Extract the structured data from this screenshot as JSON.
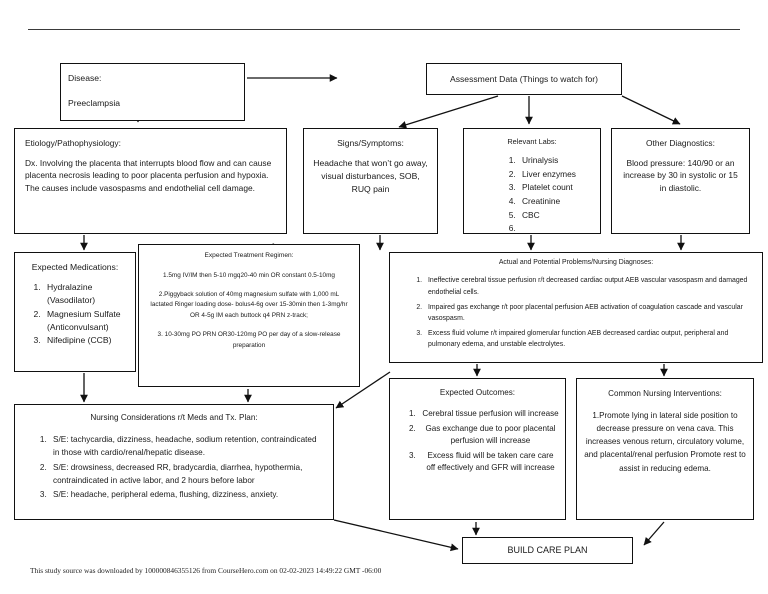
{
  "page": {
    "footer_text": "This study source was downloaded by 100000846355126 from CourseHero.com on 02-02-2023 14:49:22 GMT -06:00",
    "accent": "#111111",
    "background": "#ffffff"
  },
  "boxes": {
    "disease": {
      "title": "Disease:",
      "value": "Preeclampsia"
    },
    "assessment": {
      "title": "Assessment Data (Things to watch for)"
    },
    "etiology": {
      "title": "Etiology/Pathophysiology:",
      "body": "Dx. Involving the placenta that interrupts blood flow and can cause placenta necrosis leading to poor placenta perfusion and hypoxia. The causes include vasospasms and endothelial cell damage."
    },
    "signs": {
      "title": "Signs/Symptoms:",
      "body": "Headache that won’t go away, visual disturbances, SOB, RUQ pain"
    },
    "labs": {
      "title": "Relevant Labs:",
      "items": [
        "Urinalysis",
        "Liver enzymes",
        "Platelet count",
        "Creatinine",
        "CBC",
        ""
      ]
    },
    "other_diagnostics": {
      "title": "Other Diagnostics:",
      "body": "Blood pressure: 140/90 or an increase by 30 in systolic or 15 in diastolic."
    },
    "medications": {
      "title": "Expected Medications:",
      "items": [
        "Hydralazine (Vasodilator)",
        "Magnesium Sulfate (Anticonvulsant)",
        "Nifedipine (CCB)"
      ]
    },
    "treatment_regimen": {
      "title": "Expected Treatment Regimen:",
      "line1": "1.5mg IV/IM then 5-10 mgq20-40 min OR constant 0.5-10mg",
      "line2": "2.Piggyback solution of 40mg magnesium sulfate with 1,000 mL lactated Ringer loading dose- bolus4-6g over 15-30min then 1-3mg/hr OR 4-5g IM each buttock q4 PRN z-track;",
      "line3": "3. 10-30mg PO PRN OR30-120mg PO per day of a slow-release preparation"
    },
    "nursing_diagnoses": {
      "title": "Actual and Potential Problems/Nursing Diagnoses:",
      "items": [
        "Ineffective cerebral tissue perfusion r/t decreased cardiac output AEB vascular vasospasm and damaged endothelial cells.",
        "Impaired gas exchange r/t poor placental perfusion AEB activation of coagulation cascade and vascular vasospasm.",
        "Excess fluid volume r/t impaired glomerular function AEB decreased cardiac output, peripheral and pulmonary edema, and unstable electrolytes."
      ]
    },
    "expected_outcomes": {
      "title": "Expected Outcomes:",
      "items": [
        "Cerebral tissue perfusion will increase",
        "Gas exchange due to poor placental perfusion will increase",
        "Excess fluid will be taken care care off effectively and GFR will increase"
      ]
    },
    "interventions": {
      "title": "Common Nursing Interventions:",
      "body": "1.Promote lying in lateral side position to decrease pressure on vena cava. This increases venous return, circulatory volume, and placental/renal perfusion Promote rest to assist in reducing edema."
    },
    "nursing_considerations": {
      "title": "Nursing Considerations r/t Meds and Tx. Plan:",
      "items": [
        "S/E: tachycardia, dizziness, headache, sodium retention, contraindicated in those with cardio/renal/hepatic disease.",
        "S/E: drowsiness, decreased RR, bradycardia, diarrhea, hypothermia, contraindicated in active labor, and 2 hours before labor",
        "S/E: headache, peripheral edema, flushing, dizziness, anxiety."
      ]
    },
    "build_care_plan": {
      "title": "BUILD CARE PLAN"
    }
  }
}
